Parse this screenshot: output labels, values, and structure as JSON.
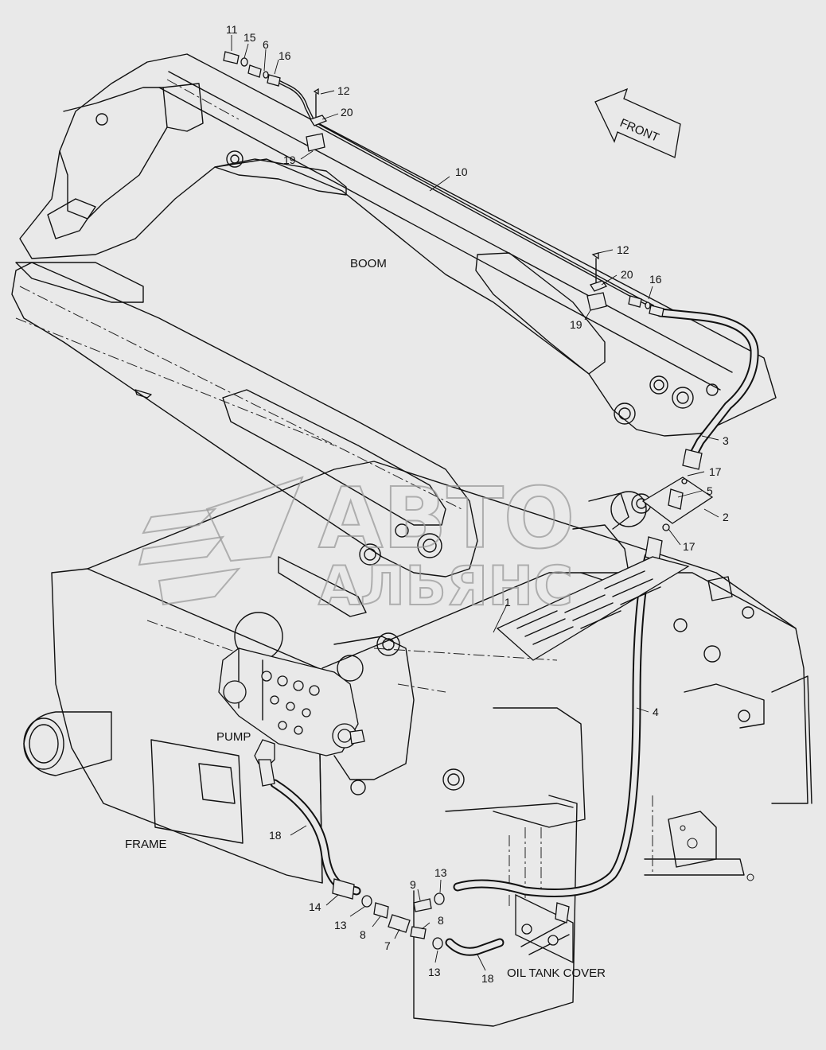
{
  "labels": {
    "boom": "BOOM",
    "pump": "PUMP",
    "frame": "FRAME",
    "oil_tank_cover": "OIL TANK COVER",
    "front": "FRONT"
  },
  "watermark": {
    "line1": "ABTO",
    "line2": "АЛЬЯНС"
  },
  "callouts": {
    "c11": "11",
    "c15": "15",
    "c6": "6",
    "c16a": "16",
    "c12a": "12",
    "c20a": "20",
    "c19a": "19",
    "c10": "10",
    "c12b": "12",
    "c20b": "20",
    "c16b": "16",
    "c19b": "19",
    "c3": "3",
    "c17a": "17",
    "c5": "5",
    "c2": "2",
    "c17b": "17",
    "c1": "1",
    "c4": "4",
    "c18a": "18",
    "c14": "14",
    "c13a": "13",
    "c8a": "8",
    "c7": "7",
    "c9": "9",
    "c13b": "13",
    "c8b": "8",
    "c13c": "13",
    "c18b": "18"
  },
  "colors": {
    "background": "#e9e9e9",
    "line": "#111111",
    "watermark": "#9a9a9a"
  }
}
